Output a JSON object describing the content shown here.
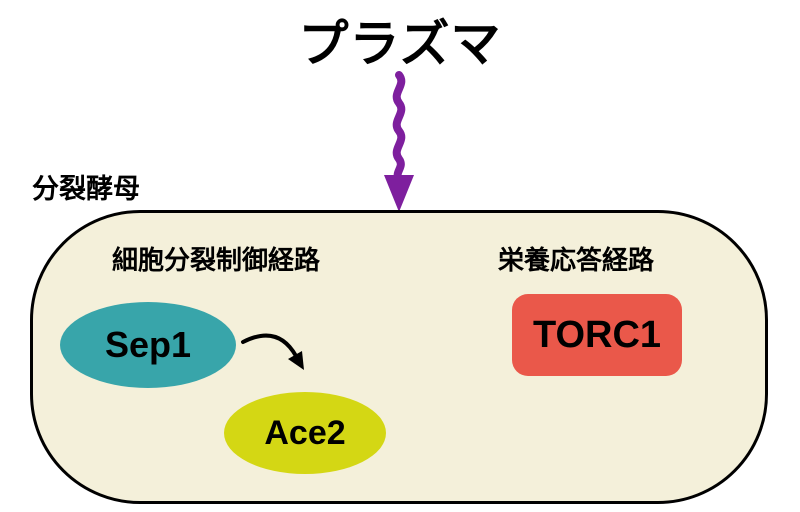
{
  "diagram": {
    "title": "プラズマ",
    "organism_label": "分裂酵母",
    "pathways": {
      "cell_division_label": "細胞分裂制御経路",
      "nutrient_response_label": "栄養応答経路"
    },
    "nodes": {
      "sep1_label": "Sep1",
      "ace2_label": "Ace2",
      "torc1_label": "TORC1"
    },
    "colors": {
      "plasma_arrow": "#7e1f9e",
      "cell_fill": "#f4f0da",
      "cell_border": "#000000",
      "sep1_fill": "#38a5aa",
      "ace2_fill": "#d4d714",
      "torc1_fill": "#ea584a",
      "link_arrow": "#000000",
      "text": "#000000"
    }
  }
}
